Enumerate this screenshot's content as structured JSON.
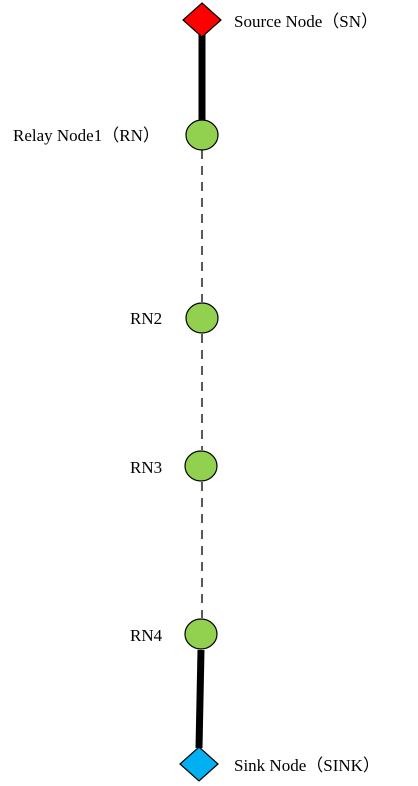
{
  "nodes": {
    "source": {
      "label": "Source Node（SN）",
      "color": "#ff0000",
      "shape": "diamond"
    },
    "relay1": {
      "label": "Relay Node1（RN）",
      "color": "#92d050",
      "shape": "circle"
    },
    "relay2": {
      "label": "RN2",
      "color": "#92d050",
      "shape": "circle"
    },
    "relay3": {
      "label": "RN3",
      "color": "#92d050",
      "shape": "circle"
    },
    "relay4": {
      "label": "RN4",
      "color": "#92d050",
      "shape": "circle"
    },
    "sink": {
      "label": "Sink Node（SINK）",
      "color": "#00b0f0",
      "shape": "diamond"
    }
  },
  "links": [
    {
      "from": "source",
      "to": "relay1",
      "style": "solid-thick"
    },
    {
      "from": "relay1",
      "to": "relay2",
      "style": "dashed"
    },
    {
      "from": "relay2",
      "to": "relay3",
      "style": "dashed"
    },
    {
      "from": "relay3",
      "to": "relay4",
      "style": "dashed"
    },
    {
      "from": "relay4",
      "to": "sink",
      "style": "solid-thick"
    }
  ]
}
